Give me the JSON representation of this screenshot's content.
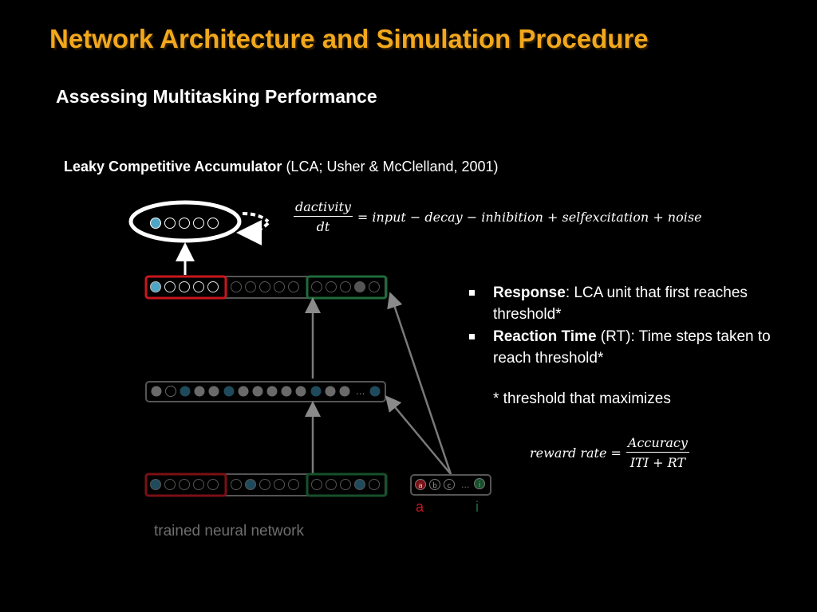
{
  "slide": {
    "title": "Network Architecture and Simulation Procedure",
    "subtitle": "Assessing Multitasking Performance"
  },
  "lca": {
    "name": "Leaky Competitive Accumulator",
    "citation": "(LCA; Usher & McClelland, 2001)"
  },
  "equation": {
    "numerator": "dactivity",
    "denominator": "dt",
    "rhs": "= input − decay − inhibition + selfexcitation + noise"
  },
  "bullets": [
    {
      "term": "Response",
      "rest": ": LCA unit that first reaches threshold*"
    },
    {
      "term": "Reaction Time",
      "rest": " (RT): Time steps taken to reach threshold*"
    }
  ],
  "threshold_note": "* threshold that maximizes",
  "reward_equation": {
    "lhs": "reward rate =",
    "numerator": "Accuracy",
    "denominator": "ITI + RT"
  },
  "diagram": {
    "caption": "trained neural network",
    "task_units": [
      "a",
      "b",
      "c",
      "i"
    ],
    "task_labels": {
      "first": "a",
      "last": "i"
    },
    "ellipsis": "...",
    "colors": {
      "red": "#c8161d",
      "green": "#1f6b3a",
      "teal": "#2f7e95",
      "teal_bright": "#4fa6c4",
      "dark_teal": "#1f4a5c",
      "gray_unit": "#8e8e8e",
      "outline": "#555555",
      "title_orange": "#f2a81d"
    }
  }
}
